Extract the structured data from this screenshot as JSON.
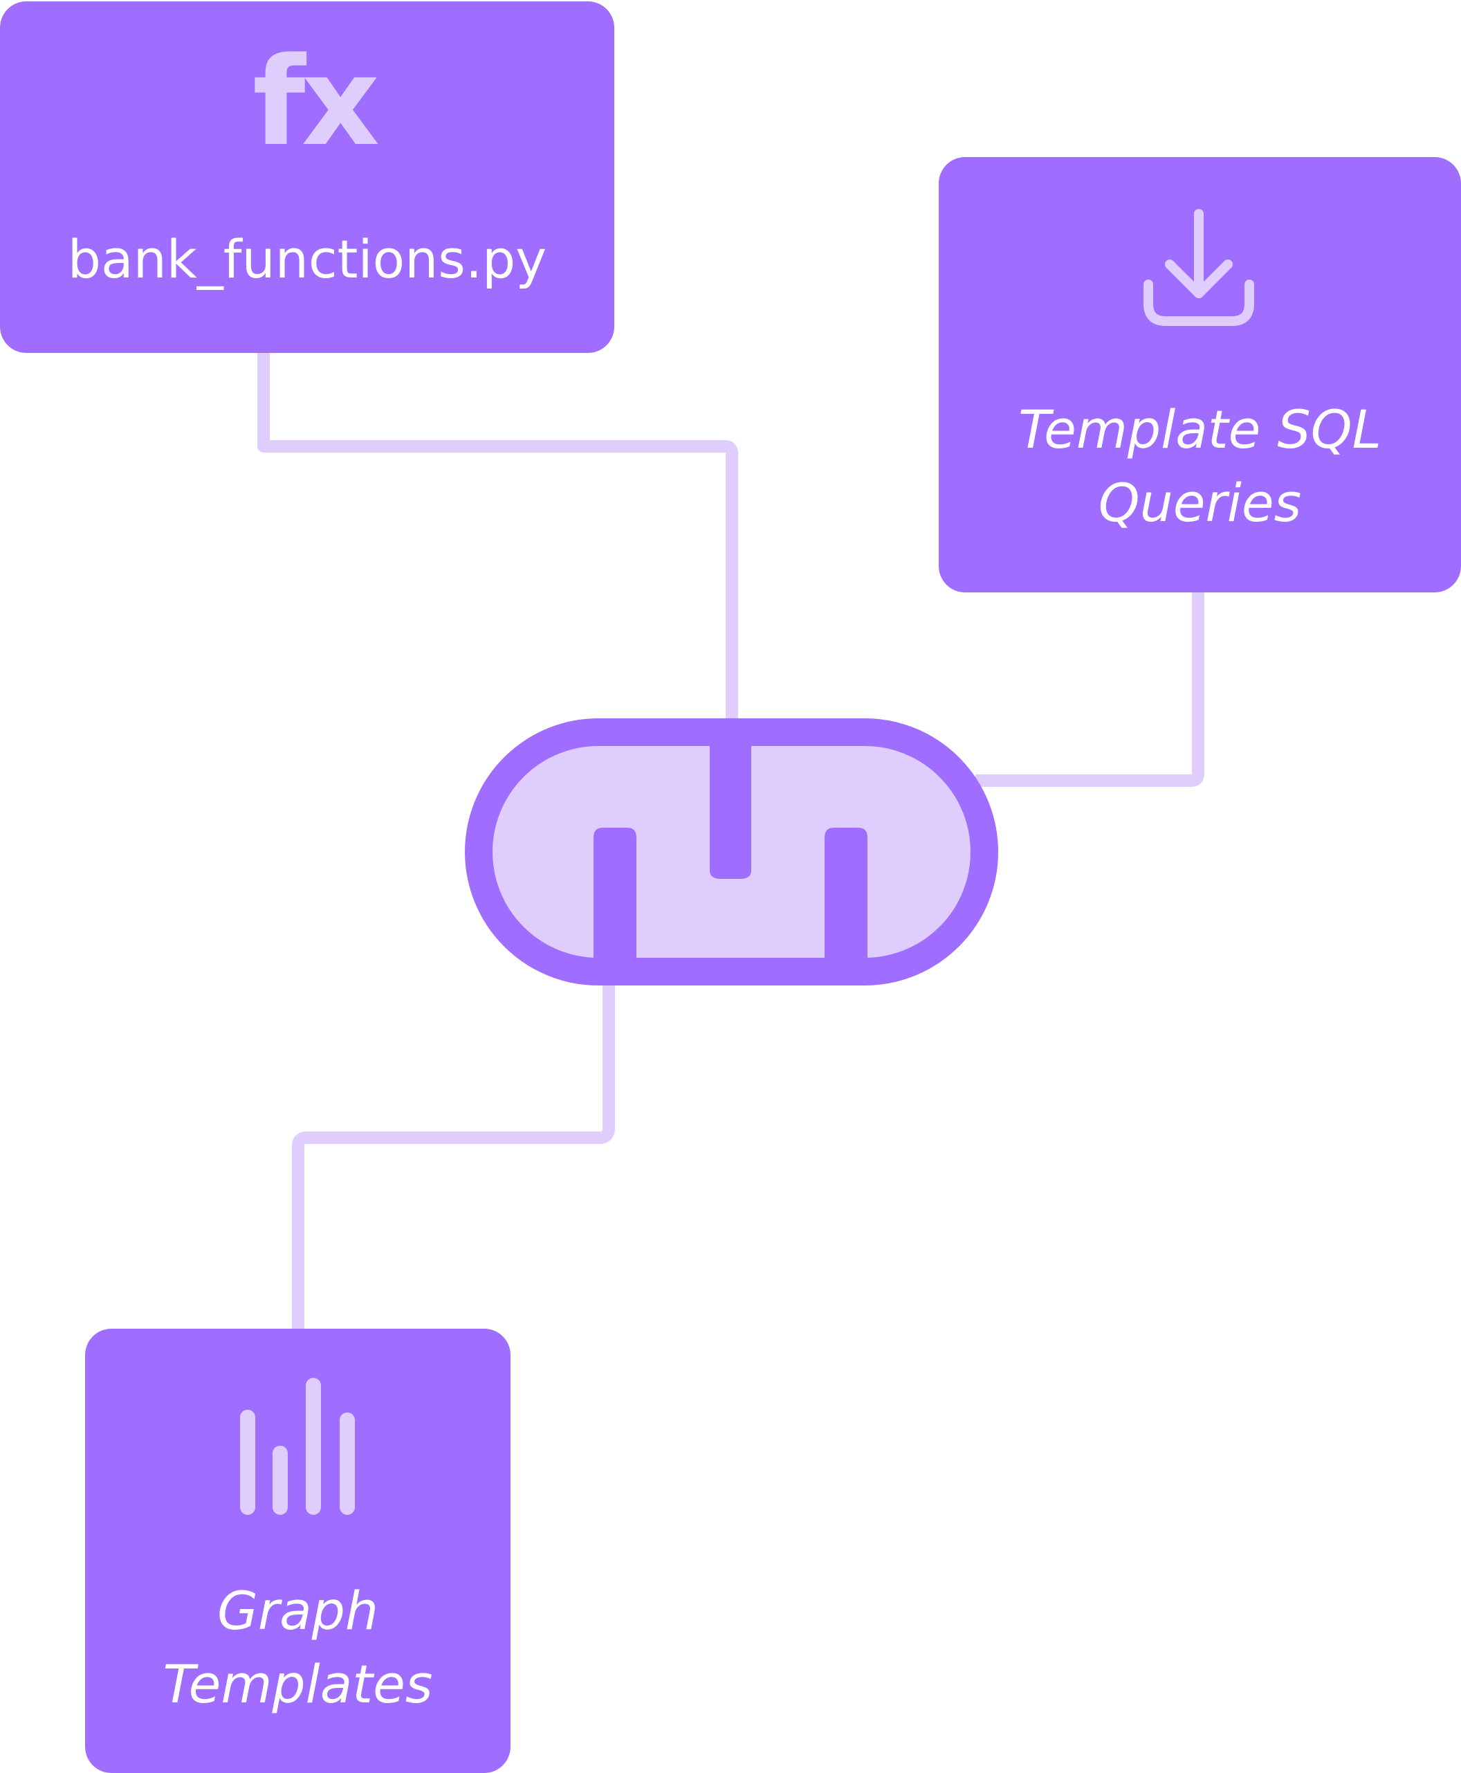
{
  "nodes": {
    "functions": {
      "label": "bank_functions.py",
      "icon": "function-icon",
      "icon_text": "fx"
    },
    "sql": {
      "label_lines": [
        "Template SQL",
        "Queries"
      ],
      "icon": "download-icon"
    },
    "graph": {
      "label_lines": [
        "Graph",
        "Templates"
      ],
      "icon": "bar-chart-icon"
    },
    "hub": {
      "icon": "connector-hub-icon"
    }
  },
  "colors": {
    "node_fill": "#9f6dff",
    "icon_light": "#dfcdfd",
    "connector": "#dfcdfd",
    "text": "#ffffff"
  }
}
